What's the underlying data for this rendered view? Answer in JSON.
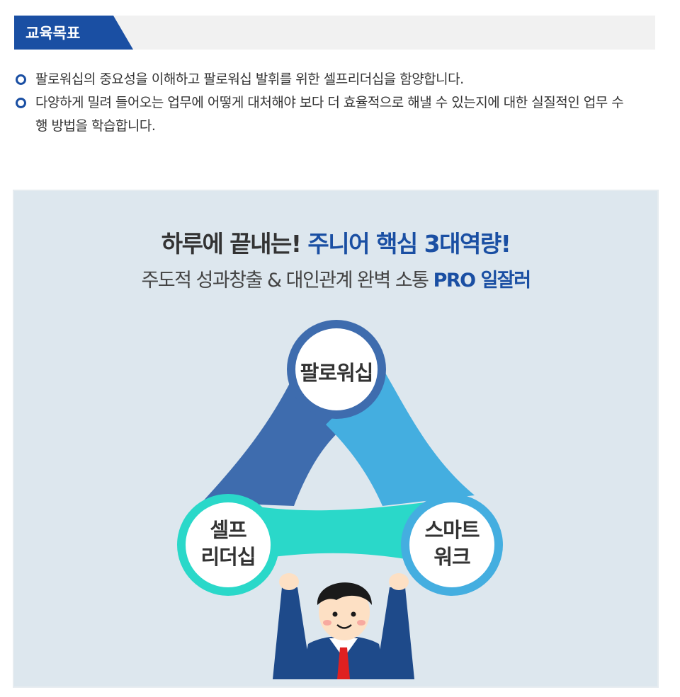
{
  "header": {
    "title": "교육목표"
  },
  "goals": {
    "items": [
      "팔로워십의 중요성을 이해하고 팔로워십 발휘를 위한 셀프리더십을 함양합니다.",
      "다양하게 밀려 들어오는 업무에 어떻게 대처해야 보다 더 효율적으로 해낼 수 있는지에 대한 실질적인 업무 수행 방법을 학습합니다."
    ]
  },
  "panel": {
    "title_part1": "하루에 끝내는! ",
    "title_part2": "주니어 핵심 3대역량!",
    "subtitle_part1": "주도적 성과창출 & 대인관계 완벽 소통 ",
    "subtitle_part2": "PRO 일잘러"
  },
  "diagram": {
    "top": "팔로워십",
    "left_line1": "셀프",
    "left_line2": "리더십",
    "right_line1": "스마트",
    "right_line2": "워크"
  },
  "colors": {
    "brand": "#1a4fa3",
    "band_dark": "#3e6cae",
    "band_light": "#44aee0",
    "band_teal": "#2ad8c9",
    "panel_bg": "#dde7ee"
  }
}
